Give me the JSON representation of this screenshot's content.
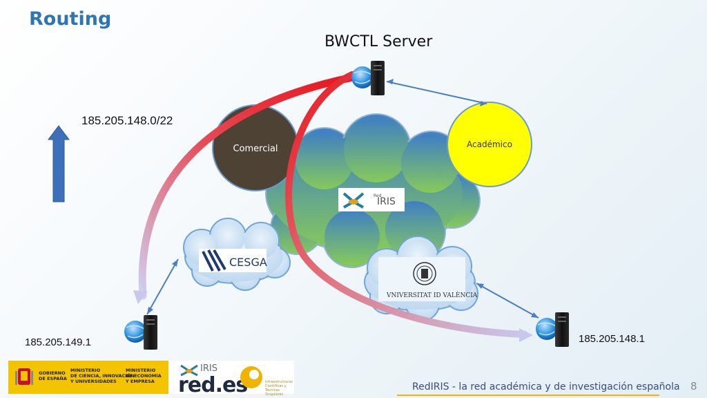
{
  "slide": {
    "title": "Routing",
    "server_label": "BWCTL Server",
    "main_prefix": "185.205.148.0/22",
    "left_host_ip": "185.205.149.1",
    "right_host_ip": "185.205.148.1",
    "footer_text": "RedIRIS - la red académica y de investigación española",
    "page_number": "8"
  },
  "diagram": {
    "comercial_label": "Comercial",
    "academico_label": "Académico",
    "rediris_logo_text": "IRIS",
    "rediris_logo_prefix": "Red",
    "cesga_logo_text": "CESGA",
    "valencia_logo_text": "VNIVERSITAT ID VALÈNCIA"
  },
  "footer": {
    "gov_1": "GOBIERNO\nDE ESPAÑA",
    "gov_2": "MINISTERIO\nDE CIENCIA, INNOVACIÓN\nY UNIVERSIDADES",
    "gov_3": "MINISTERIO\nDE ECONOMÍA\nY EMPRESA",
    "rediris_small": "IRIS",
    "redes": "red.es",
    "icts": "Infraestructuras Científicas y Técnicas Singulares"
  },
  "colors": {
    "title": "#2e75b6",
    "comercial": "#4e4234",
    "academico": "#ffff00",
    "red_path": "#e8141c",
    "lavender_path": "#c8c8ec",
    "link_blue": "#4a7fc1"
  }
}
